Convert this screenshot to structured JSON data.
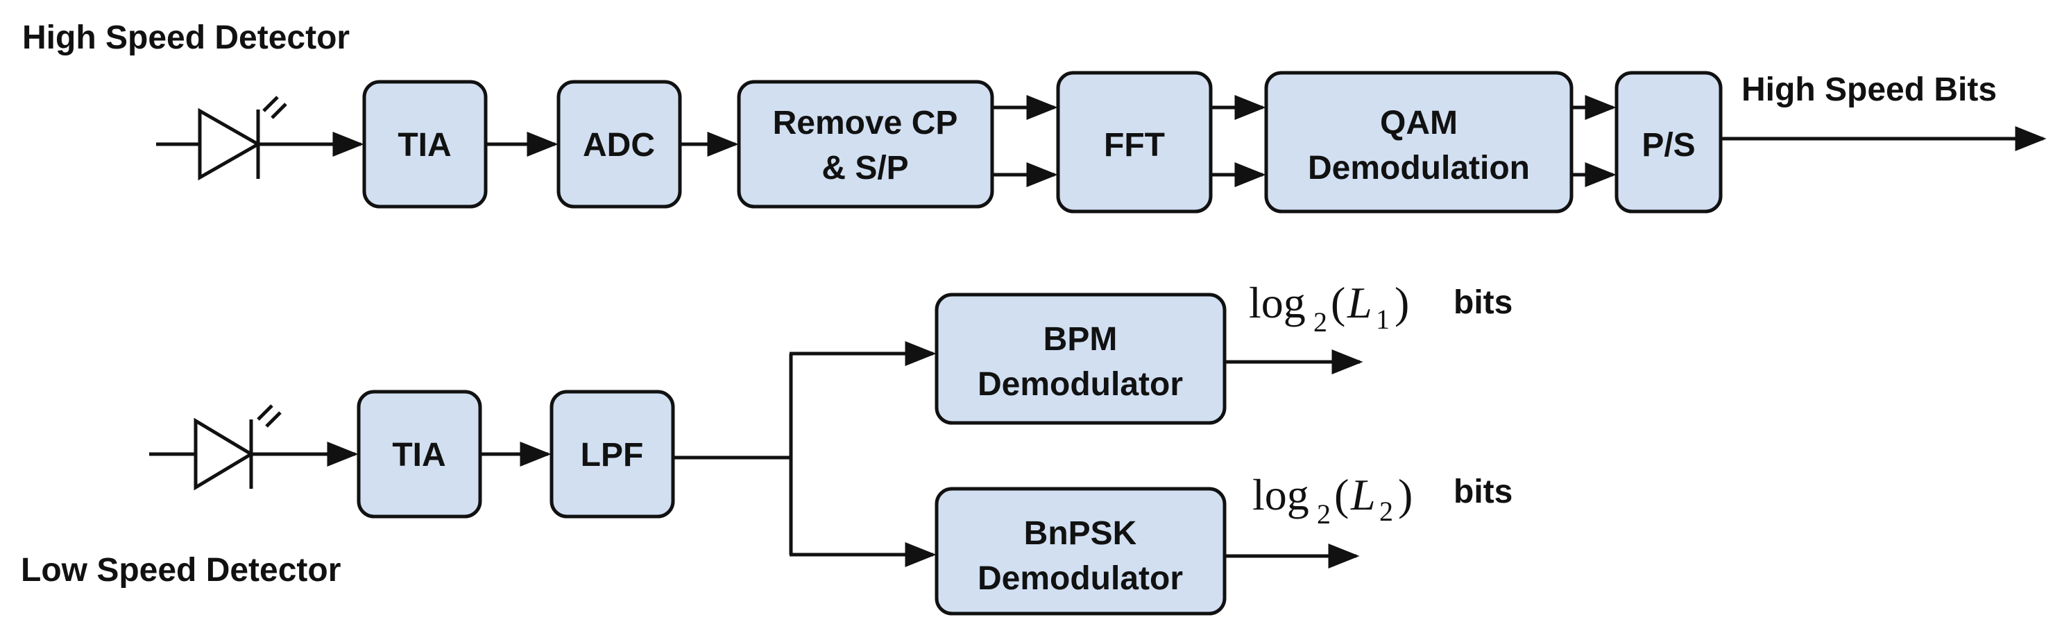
{
  "high_speed": {
    "title": "High Speed Detector",
    "blocks": {
      "tia": [
        "TIA"
      ],
      "adc": [
        "ADC"
      ],
      "remove_cp": [
        "Remove CP",
        "& S/P"
      ],
      "fft": [
        "FFT"
      ],
      "qam": [
        "QAM",
        "Demodulation"
      ],
      "ps": [
        "P/S"
      ]
    },
    "output_label": "High Speed Bits"
  },
  "low_speed": {
    "title": "Low Speed Detector",
    "blocks": {
      "tia": [
        "TIA"
      ],
      "lpf": [
        "LPF"
      ],
      "bpm": [
        "BPM",
        "Demodulator"
      ],
      "bnpsk": [
        "BnPSK",
        "Demodulator"
      ]
    },
    "output_1": {
      "log": "log",
      "base": "2",
      "var": "L",
      "index": "1",
      "suffix": "bits"
    },
    "output_2": {
      "log": "log",
      "base": "2",
      "var": "L",
      "index": "2",
      "suffix": "bits"
    }
  },
  "colors": {
    "block_fill": "#d1dff1",
    "stroke": "#111111"
  }
}
